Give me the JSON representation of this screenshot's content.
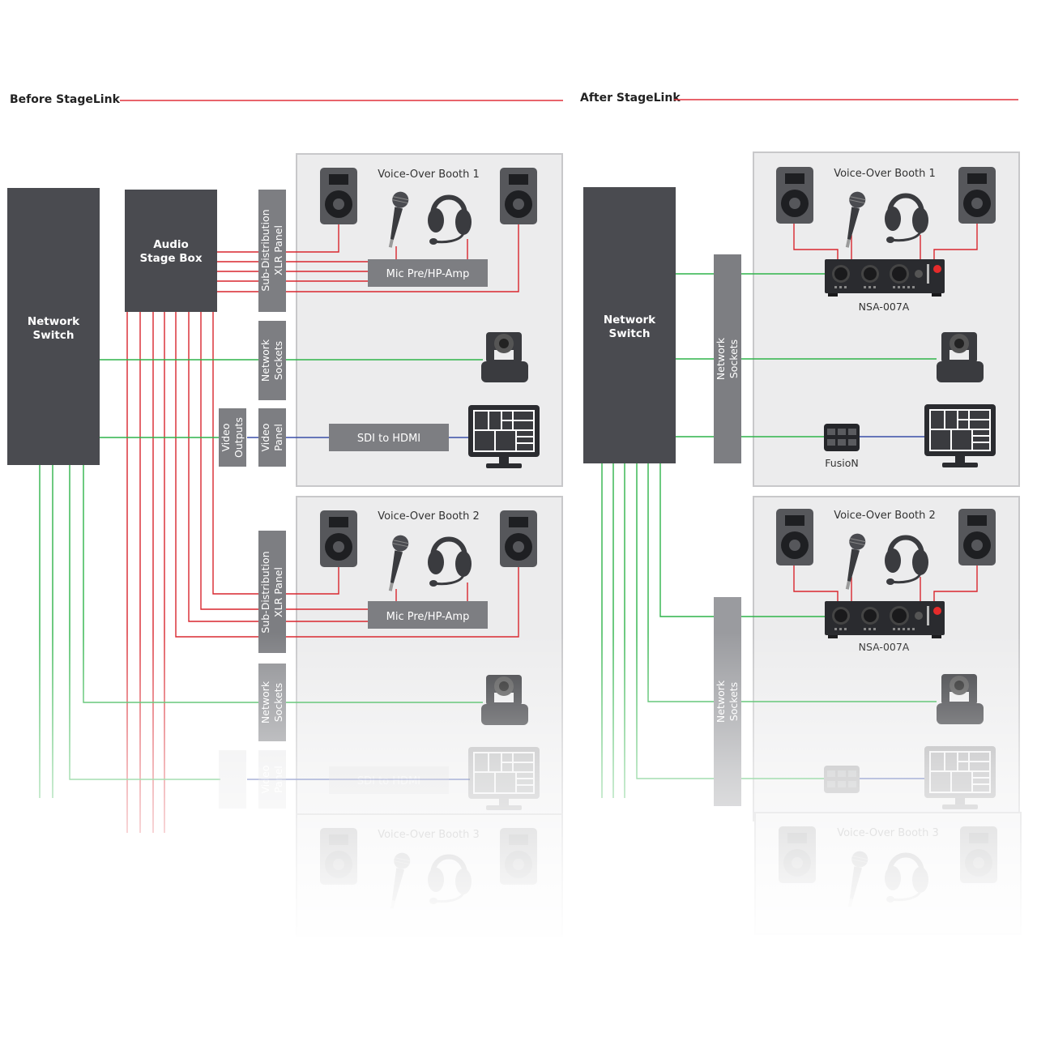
{
  "colors": {
    "audio_line": "#d9262e",
    "network_line": "#2fb34a",
    "video_line": "#3a4fa8",
    "switch_fill": "#4a4b50",
    "panel_fill": "#7d7e82",
    "booth_fill": "#ececed",
    "header_rule": "#e0303a"
  },
  "before": {
    "title": "Before StageLink",
    "network_switch": "Network\nSwitch",
    "network_switch_lines": [
      "Network",
      "Switch"
    ],
    "audio_stage_box_lines": [
      "Audio",
      "Stage Box"
    ],
    "video_outputs_lines": [
      "Video",
      "Outputs"
    ],
    "booths": [
      {
        "title": "Voice-Over Booth 1",
        "xlr_panel_lines": [
          "Sub-Distribution",
          "XLR Panel"
        ],
        "network_sockets_lines": [
          "Network",
          "Sockets"
        ],
        "video_panel_lines": [
          "Video",
          "Panel"
        ],
        "amp": "Mic Pre/HP-Amp",
        "converter": "SDI to HDMI"
      },
      {
        "title": "Voice-Over Booth 2",
        "xlr_panel_lines": [
          "Sub-Distribution",
          "XLR Panel"
        ],
        "network_sockets_lines": [
          "Network",
          "Sockets"
        ],
        "video_panel_lines": [
          "Video",
          "Panel"
        ],
        "amp": "Mic Pre/HP-Amp",
        "converter": "SDI to HDMI"
      },
      {
        "title": "Voice-Over Booth 3"
      }
    ]
  },
  "after": {
    "title": "After StageLink",
    "network_switch_lines": [
      "Network",
      "Switch"
    ],
    "booths": [
      {
        "title": "Voice-Over Booth 1",
        "network_sockets_lines": [
          "Network",
          "Sockets"
        ],
        "interface": "NSA-007A",
        "video_device": "FusioN"
      },
      {
        "title": "Voice-Over Booth 2",
        "network_sockets_lines": [
          "Network",
          "Sockets"
        ],
        "interface": "NSA-007A"
      },
      {
        "title": "Voice-Over Booth 3"
      }
    ]
  }
}
